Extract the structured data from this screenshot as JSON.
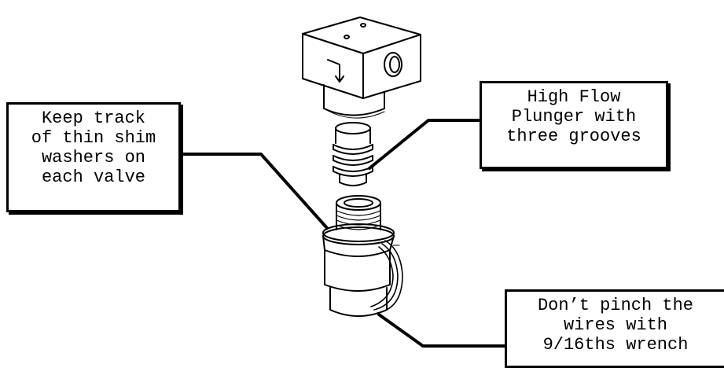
{
  "callouts": {
    "shim": {
      "lines": [
        "Keep track",
        "of thin shim",
        "washers on",
        "each valve"
      ]
    },
    "plunger": {
      "lines": [
        "High Flow",
        "Plunger with",
        "three grooves"
      ]
    },
    "wires": {
      "lines": [
        "Don’t pinch the",
        "wires with",
        "9/16ths wrench"
      ]
    }
  },
  "colors": {
    "ink": "#000000",
    "paper": "#ffffff"
  }
}
